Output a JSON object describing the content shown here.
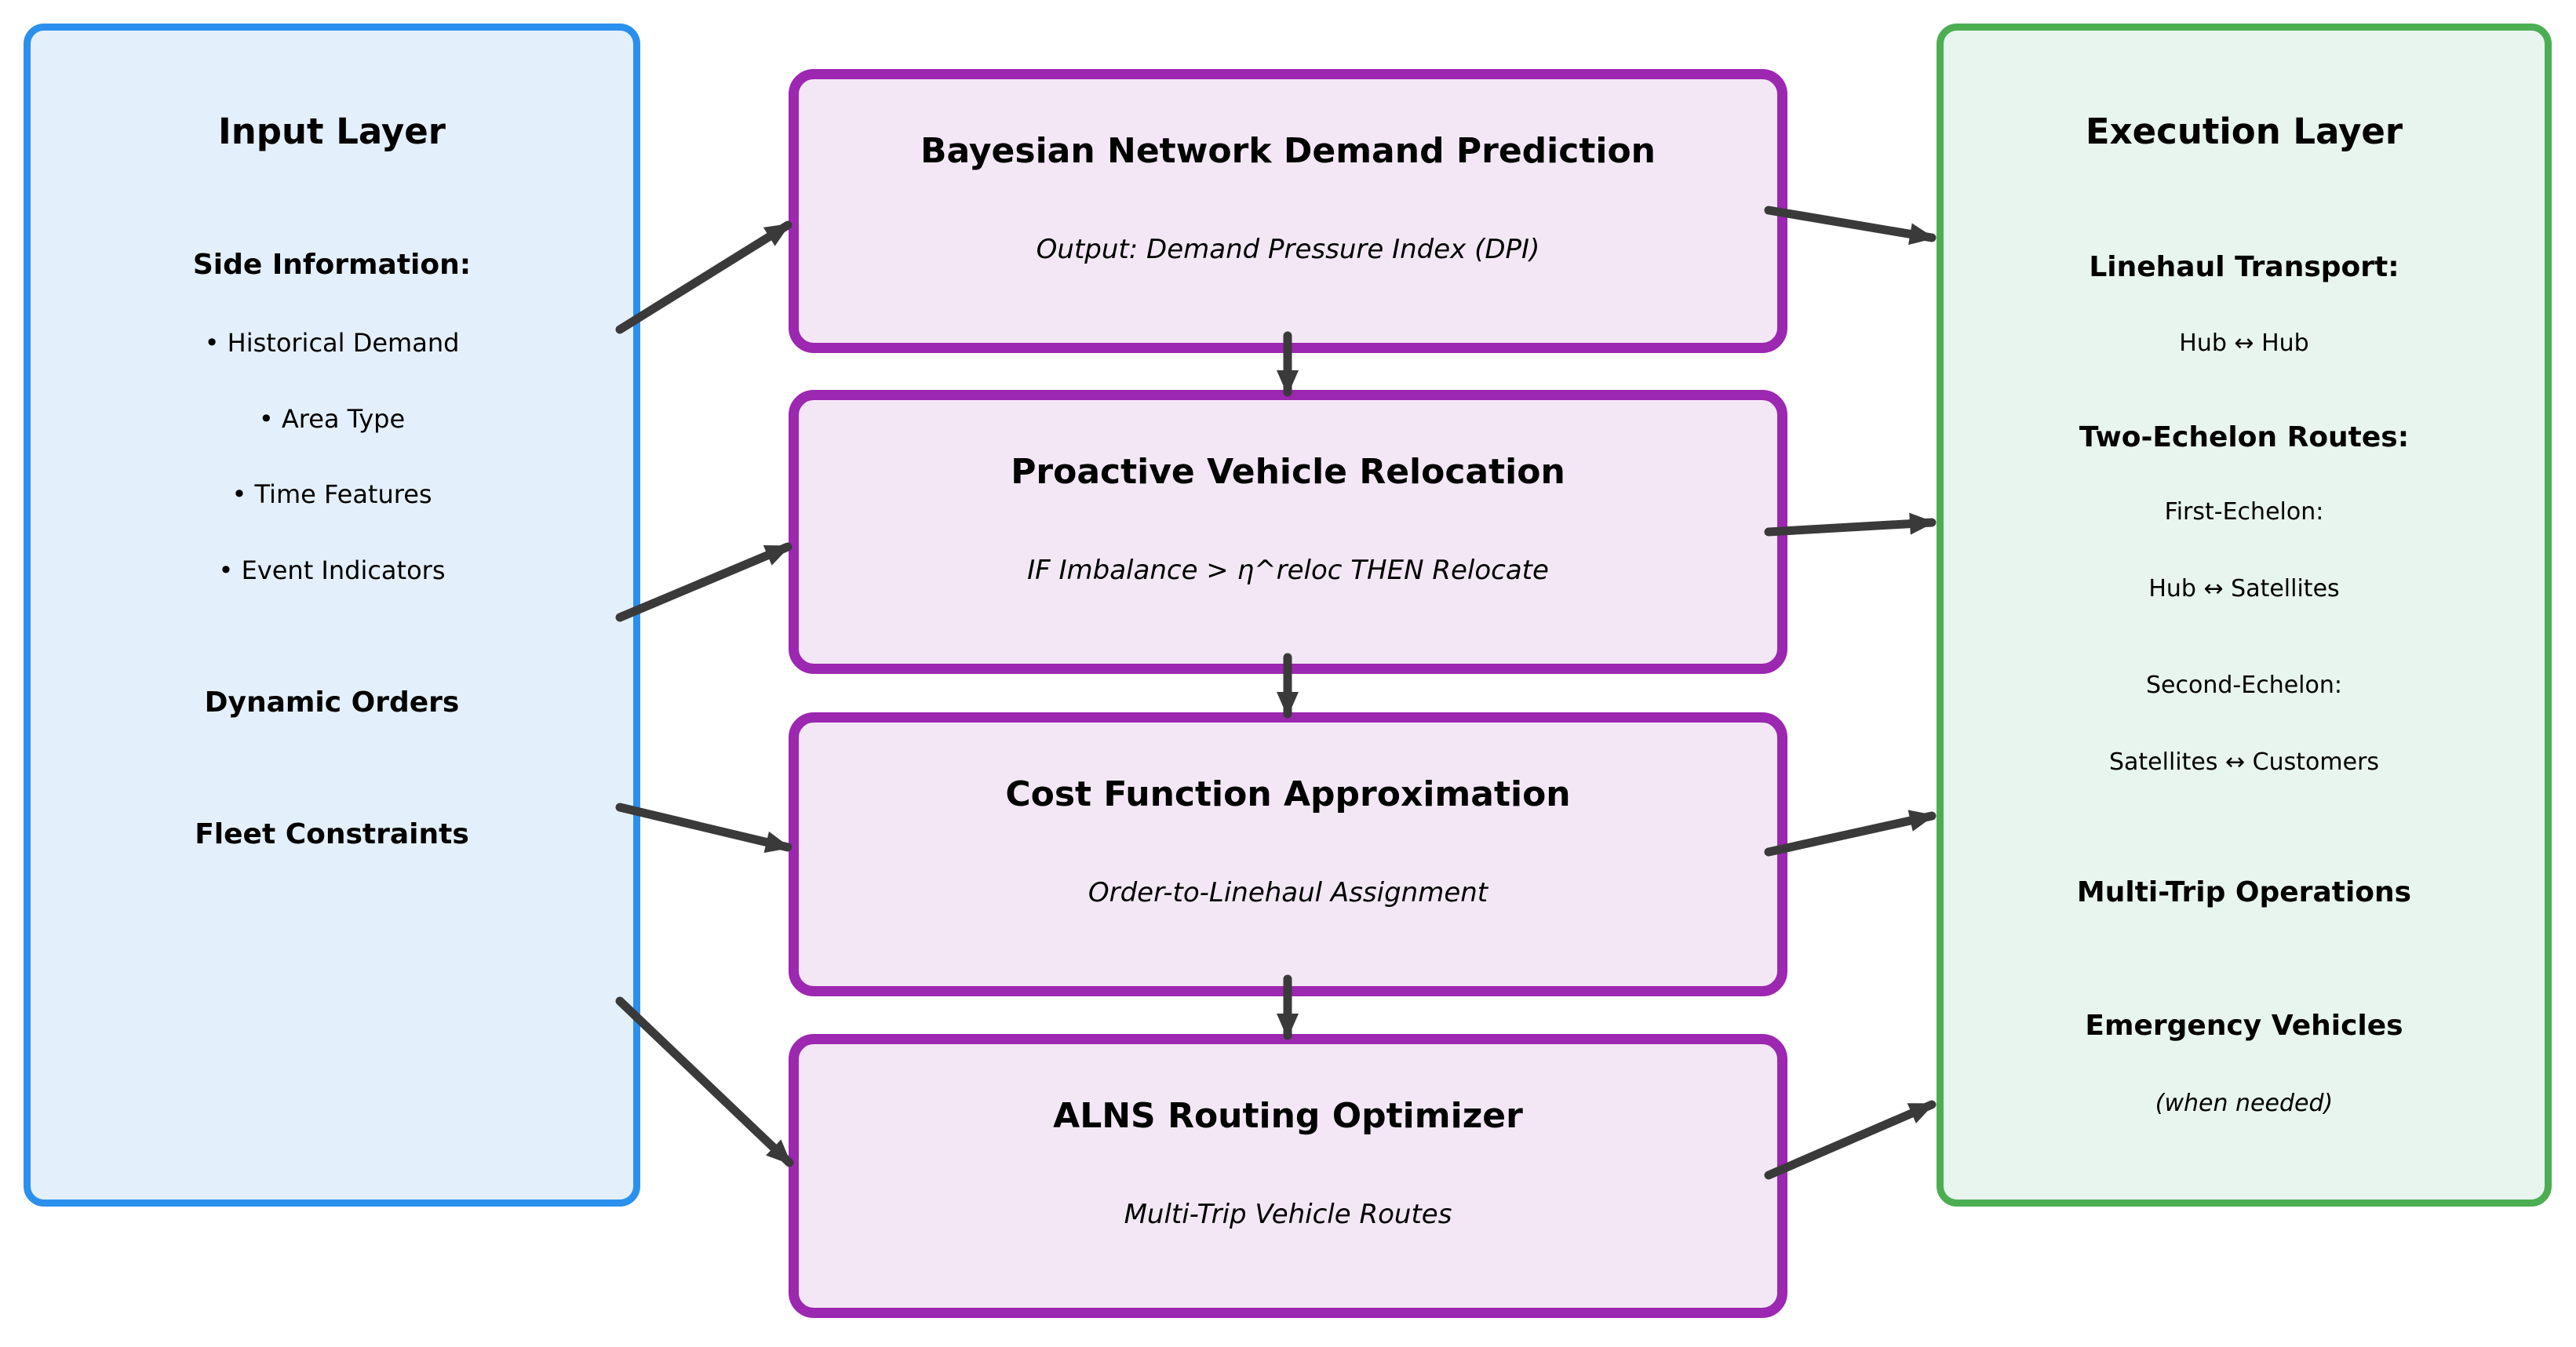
{
  "colors": {
    "input_fill": "#e3f0fb",
    "input_border": "#2b90ed",
    "process_fill": "#f3e7f6",
    "process_border": "#9c27b0",
    "execution_fill": "#e7f5ee",
    "execution_border": "#4cae52",
    "arrow": "#3a3a3a",
    "text": "#000000"
  },
  "input_panel": {
    "title": "Input Layer",
    "side_info_heading": "Side Information:",
    "bullets": [
      "• Historical Demand",
      "• Area Type",
      "• Time Features",
      "• Event Indicators"
    ],
    "dynamic_orders_label": "Dynamic Orders",
    "fleet_constraints_label": "Fleet Constraints"
  },
  "process_boxes": [
    {
      "title": "Bayesian Network Demand Prediction",
      "subtitle": "Output: Demand Pressure Index (DPI)"
    },
    {
      "title": "Proactive Vehicle Relocation",
      "subtitle": "IF Imbalance > η^reloc THEN Relocate"
    },
    {
      "title": "Cost Function Approximation",
      "subtitle": "Order-to-Linehaul Assignment"
    },
    {
      "title": "ALNS Routing Optimizer",
      "subtitle": "Multi-Trip Vehicle Routes"
    }
  ],
  "execution_panel": {
    "title": "Execution Layer",
    "items": [
      {
        "text": "Linehaul Transport:",
        "style": "bold"
      },
      {
        "text": "Hub ↔ Hub",
        "style": "regular"
      },
      {
        "text": "Two-Echelon Routes:",
        "style": "bold"
      },
      {
        "text": "First-Echelon:",
        "style": "regular"
      },
      {
        "text": "Hub ↔ Satellites",
        "style": "regular"
      },
      {
        "text": "Second-Echelon:",
        "style": "regular"
      },
      {
        "text": "Satellites ↔ Customers",
        "style": "regular"
      },
      {
        "text": "Multi-Trip Operations",
        "style": "bold"
      },
      {
        "text": "Emergency Vehicles",
        "style": "bold"
      },
      {
        "text": "(when needed)",
        "style": "italic"
      }
    ]
  }
}
